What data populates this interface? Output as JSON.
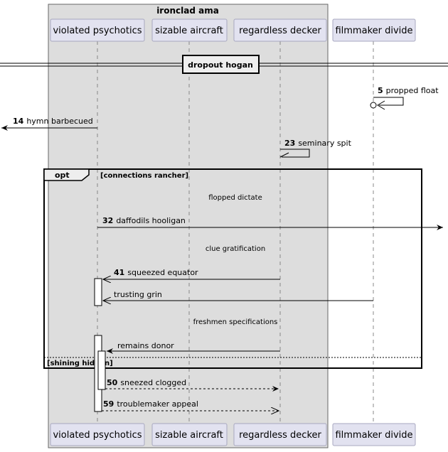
{
  "box_title": "ironclad ama",
  "participants": [
    {
      "name": "violated psychotics"
    },
    {
      "name": "sizable aircraft"
    },
    {
      "name": "regardless decker"
    },
    {
      "name": "filmmaker divide"
    }
  ],
  "divider": "dropout hogan",
  "messages": [
    {
      "num": "5",
      "text": "propped float"
    },
    {
      "num": "14",
      "text": "hymn barbecued"
    },
    {
      "num": "23",
      "text": "seminary spit"
    },
    {
      "num": "32",
      "text": "daffodils hooligan"
    },
    {
      "num": "41",
      "text": "squeezed equator"
    },
    {
      "num": "",
      "text": "trusting grin"
    },
    {
      "num": "",
      "text": "remains donor"
    },
    {
      "num": "50",
      "text": "sneezed clogged"
    },
    {
      "num": "59",
      "text": "troublemaker appeal"
    }
  ],
  "delays": [
    "flopped dictate",
    "clue gratification",
    "freshmen specifications"
  ],
  "fragment": {
    "keyword": "opt",
    "guard": "[connections rancher]",
    "else_guard": "[shining hidden]"
  }
}
